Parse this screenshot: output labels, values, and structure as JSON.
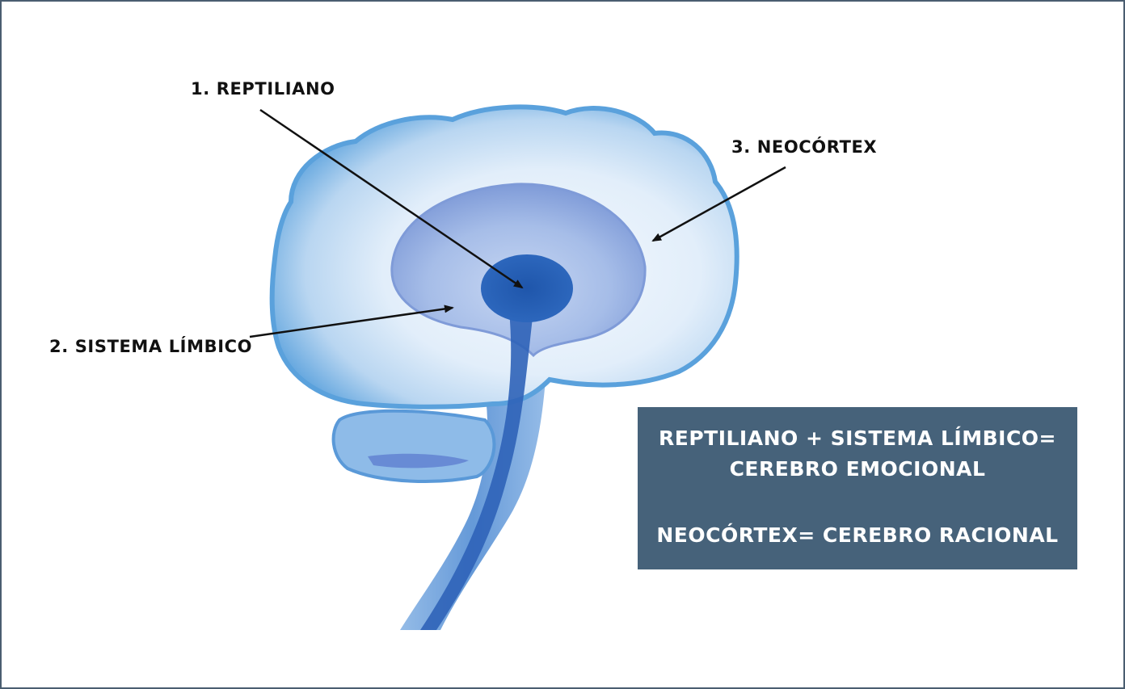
{
  "labels": {
    "reptiliano": "1. REPTILIANO",
    "limbico": "2. SISTEMA LÍMBICO",
    "neocortex": "3. NEOCÓRTEX"
  },
  "summary": {
    "line1": "REPTILIANO + SISTEMA LÍMBICO=",
    "line2": "CEREBRO EMOCIONAL",
    "line3": "NEOCÓRTEX= CEREBRO RACIONAL"
  },
  "colors": {
    "frame": "#4a5d70",
    "summary_box": "#46627a",
    "neocortex_fill": "#dcebf8",
    "neocortex_edge": "#5aa1dc",
    "limbic_fill": "#9ab7e4",
    "reptilian_core": "#2a62b6"
  }
}
